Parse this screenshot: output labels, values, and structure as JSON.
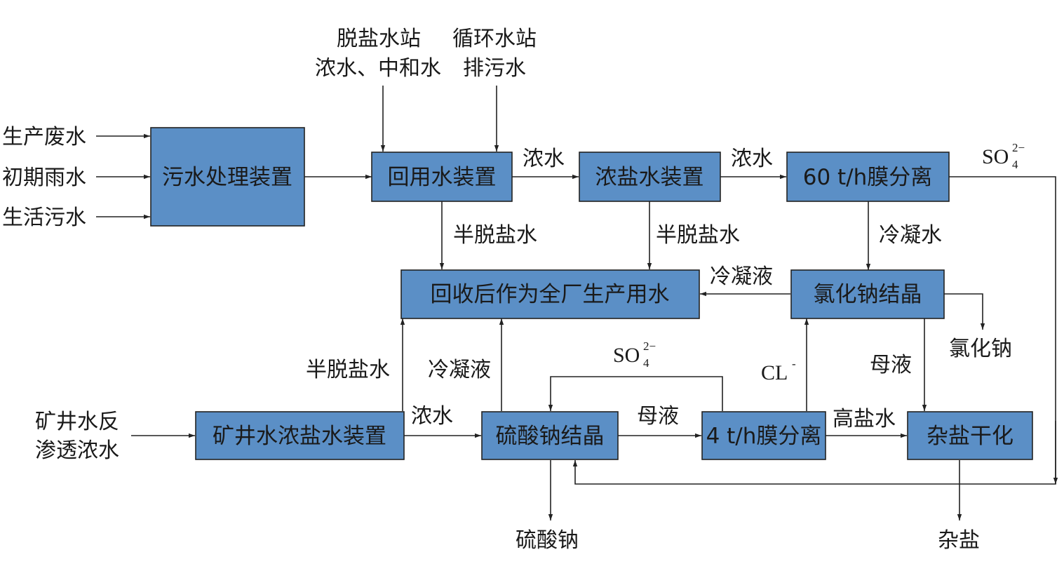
{
  "boxes": {
    "wastewater_treatment": "污水处理装置",
    "reuse_water": "回用水装置",
    "brine_unit": "浓盐水装置",
    "membrane_60": "60 t/h膜分离",
    "nacl_crystal": "氯化钠结晶",
    "recovered_water": "回收后作为全厂生产用水",
    "mine_brine": "矿井水浓盐水装置",
    "na2so4_crystal": "硫酸钠结晶",
    "membrane_4": "4 t/h膜分离",
    "mixed_salt_dry": "杂盐干化"
  },
  "inputs": {
    "production_wastewater": "生产废水",
    "initial_rain": "初期雨水",
    "domestic_sewage": "生活污水",
    "desalination_station": "脱盐水站",
    "desalination_concentrate": "浓水、中和水",
    "circulating_station": "循环水站",
    "circulating_blowdown": "排污水",
    "mine_water_line1": "矿井水反",
    "mine_water_line2": "渗透浓水"
  },
  "flow_labels": {
    "concentrate_1": "浓水",
    "concentrate_2": "浓水",
    "concentrate_3": "浓水",
    "semi_desalted_1": "半脱盐水",
    "semi_desalted_2": "半脱盐水",
    "semi_desalted_3": "半脱盐水",
    "condensate_water": "冷凝水",
    "condensate_liquid_1": "冷凝液",
    "condensate_liquid_2": "冷凝液",
    "mother_liquor_1": "母液",
    "mother_liquor_2": "母液",
    "high_salt_water": "高盐水",
    "cl_ion": "CL",
    "cl_charge": "-",
    "so4_top": "SO",
    "so4_top_sub": "4",
    "so4_top_sup": "2−",
    "so4_mid": "SO",
    "so4_mid_sub": "4",
    "so4_mid_sup": "2−"
  },
  "outputs": {
    "sodium_chloride": "氯化钠",
    "sodium_sulfate": "硫酸钠",
    "mixed_salt": "杂盐"
  }
}
